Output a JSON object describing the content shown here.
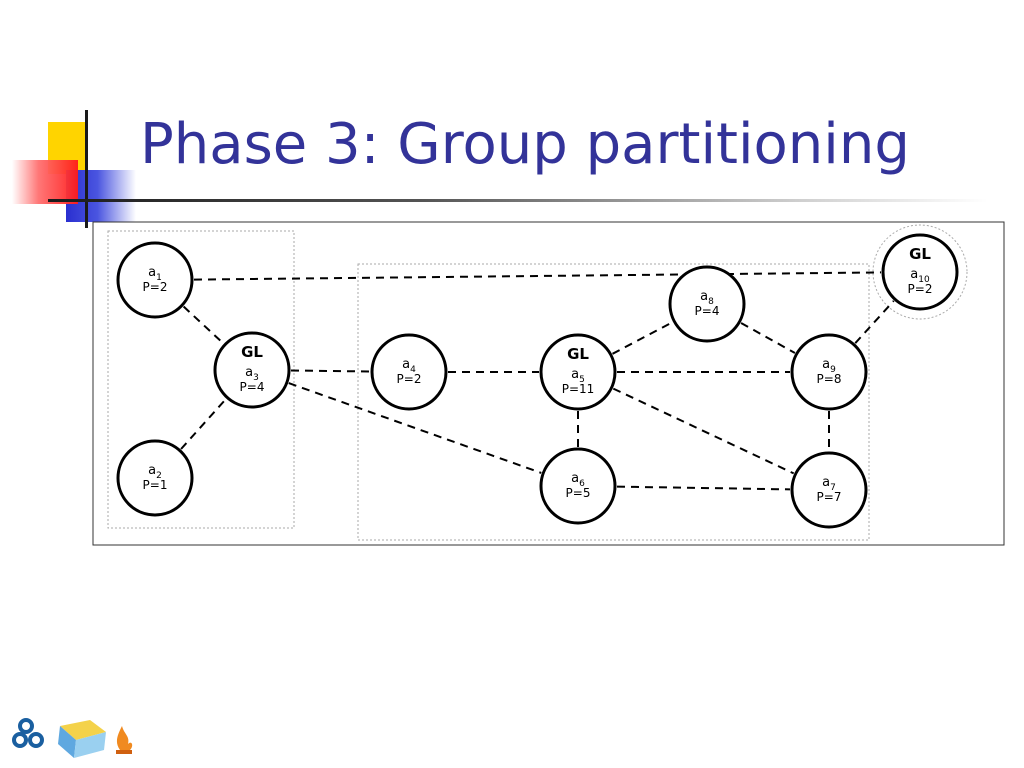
{
  "title": "Phase 3: Group partitioning",
  "nodes": [
    {
      "id": "a1",
      "name": "a",
      "sub": "1",
      "p": "P=2",
      "gl": ""
    },
    {
      "id": "a2",
      "name": "a",
      "sub": "2",
      "p": "P=1",
      "gl": ""
    },
    {
      "id": "a3",
      "name": "a",
      "sub": "3",
      "p": "P=4",
      "gl": "GL"
    },
    {
      "id": "a4",
      "name": "a",
      "sub": "4",
      "p": "P=2",
      "gl": ""
    },
    {
      "id": "a5",
      "name": "a",
      "sub": "5",
      "p": "P=11",
      "gl": "GL"
    },
    {
      "id": "a6",
      "name": "a",
      "sub": "6",
      "p": "P=5",
      "gl": ""
    },
    {
      "id": "a7",
      "name": "a",
      "sub": "7",
      "p": "P=7",
      "gl": ""
    },
    {
      "id": "a8",
      "name": "a",
      "sub": "8",
      "p": "P=4",
      "gl": ""
    },
    {
      "id": "a9",
      "name": "a",
      "sub": "9",
      "p": "P=8",
      "gl": ""
    },
    {
      "id": "a10",
      "name": "a",
      "sub": "10",
      "p": "P=2",
      "gl": "GL"
    }
  ],
  "edges": [
    [
      "a1",
      "a10"
    ],
    [
      "a1",
      "a3"
    ],
    [
      "a2",
      "a3"
    ],
    [
      "a3",
      "a4"
    ],
    [
      "a3",
      "a6"
    ],
    [
      "a4",
      "a5"
    ],
    [
      "a5",
      "a8"
    ],
    [
      "a5",
      "a9"
    ],
    [
      "a5",
      "a6"
    ],
    [
      "a5",
      "a7"
    ],
    [
      "a8",
      "a9"
    ],
    [
      "a9",
      "a7"
    ],
    [
      "a6",
      "a7"
    ],
    [
      "a9",
      "a10"
    ]
  ],
  "groups": [
    {
      "id": "group-1",
      "members": [
        "a1",
        "a2",
        "a3"
      ]
    },
    {
      "id": "group-2",
      "members": [
        "a4",
        "a5",
        "a6",
        "a7",
        "a8",
        "a9"
      ]
    },
    {
      "id": "group-3",
      "members": [
        "a10"
      ]
    }
  ],
  "icons": [
    "cluster-logo-icon",
    "cube-logo-icon",
    "flame-logo-icon"
  ]
}
